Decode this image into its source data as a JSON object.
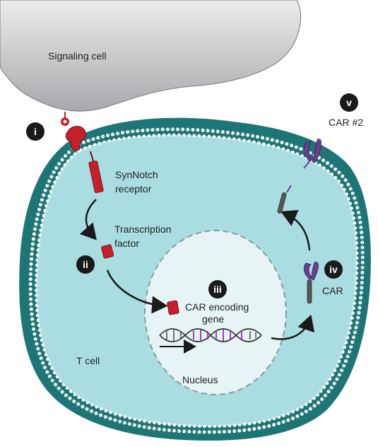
{
  "labels": {
    "signaling_cell": "Signaling cell",
    "synnotch": [
      "SynNotch",
      "receptor"
    ],
    "transcription_factor": [
      "Transcription",
      "factor"
    ],
    "car_encoding_gene": [
      "CAR encoding",
      "gene"
    ],
    "car": "CAR",
    "car2": "CAR #2",
    "t_cell": "T cell",
    "nucleus": "Nucleus"
  },
  "steps": [
    "i",
    "ii",
    "iii",
    "iv",
    "v"
  ],
  "colors": {
    "signaling_cell": "#cfcfd1",
    "t_cell_outer": "#1f7a7a",
    "t_cell_inner": "#a9dde2",
    "nucleus": "#e6f4f6",
    "receptor_red": "#c8202a",
    "car_purple": "#6a3d8f",
    "badge": "#1a1a1a"
  }
}
